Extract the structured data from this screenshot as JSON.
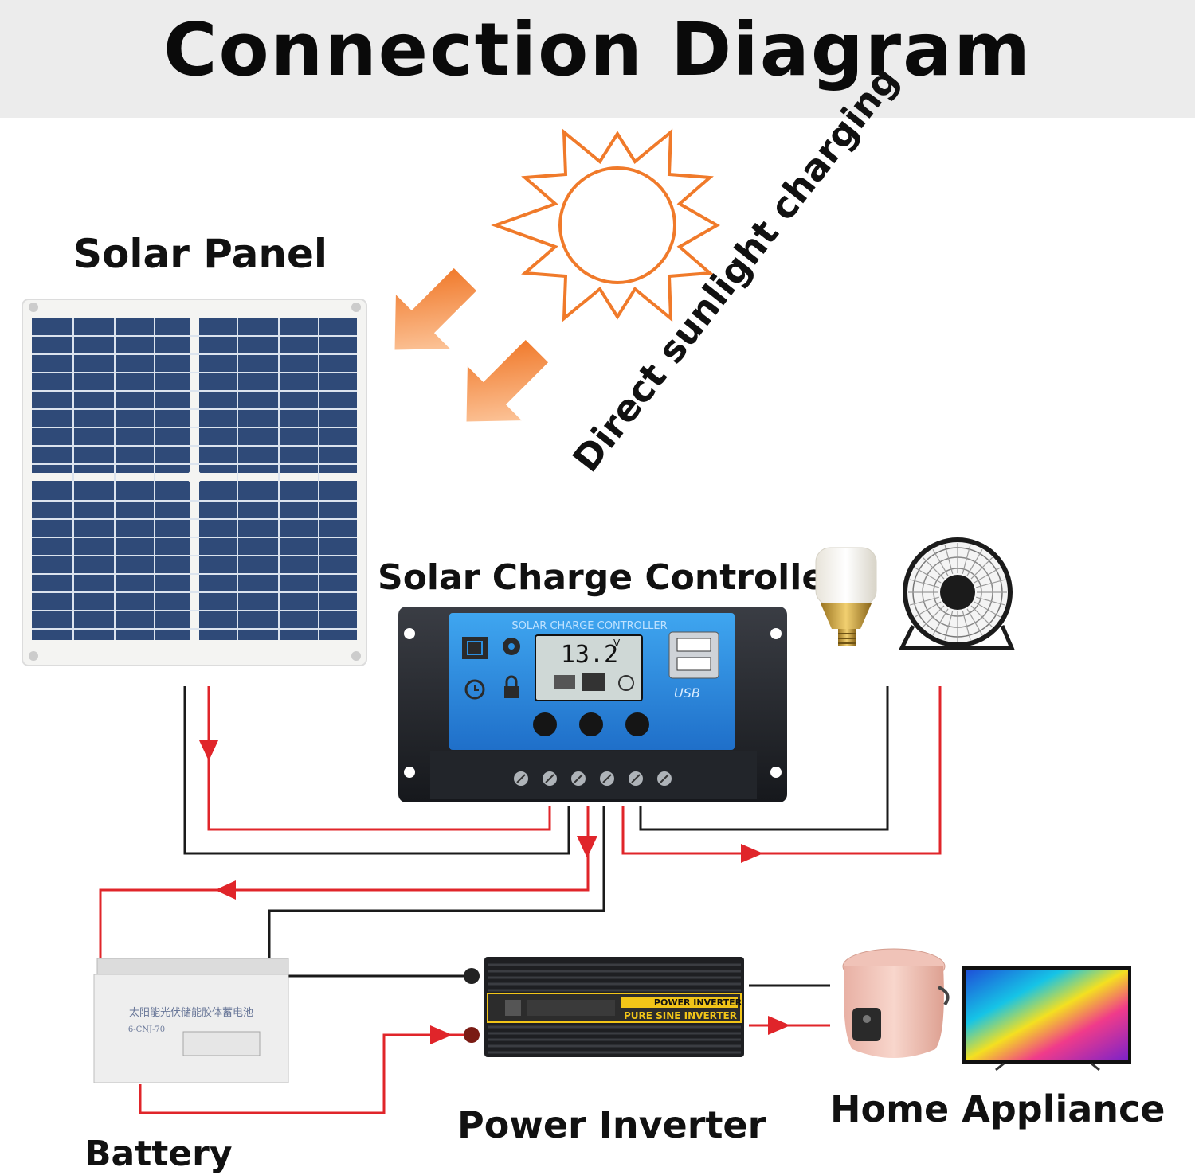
{
  "title": "Connection Diagram",
  "labels": {
    "solar_panel": "Solar Panel",
    "sunlight": "Direct sunlight charging",
    "controller": "Solar Charge Controller",
    "battery": "Battery",
    "inverter": "Power Inverter",
    "appliance": "Home Appliance"
  },
  "controller_panel": {
    "header": "SOLAR CHARGE CONTROLLER",
    "lcd_value": "13.2",
    "lcd_unit": "V",
    "usb": "USB",
    "icons": [
      {
        "icon": "mcu-icon",
        "text": "MCU control"
      },
      {
        "icon": "gear-icon",
        "text": "SET voltage"
      },
      {
        "icon": "clock-icon",
        "text": "Build in timer"
      },
      {
        "icon": "lock-icon",
        "text": "FULL protect"
      }
    ]
  },
  "inverter_panel": {
    "line1": "POWER INVERTER",
    "line2": "PURE SINE INVERTER"
  },
  "battery_panel": {
    "line1": "太阳能光伏储能胶体蓄电池",
    "line2": "6-CNJ-70"
  },
  "colors": {
    "wire_red": "#e0252a",
    "wire_black": "#1a1a1a",
    "sun": "#f07a2a",
    "panel_cell": "#2f4a78",
    "controller_screen": "#2b8fe0",
    "inverter_accent": "#f2c518"
  }
}
